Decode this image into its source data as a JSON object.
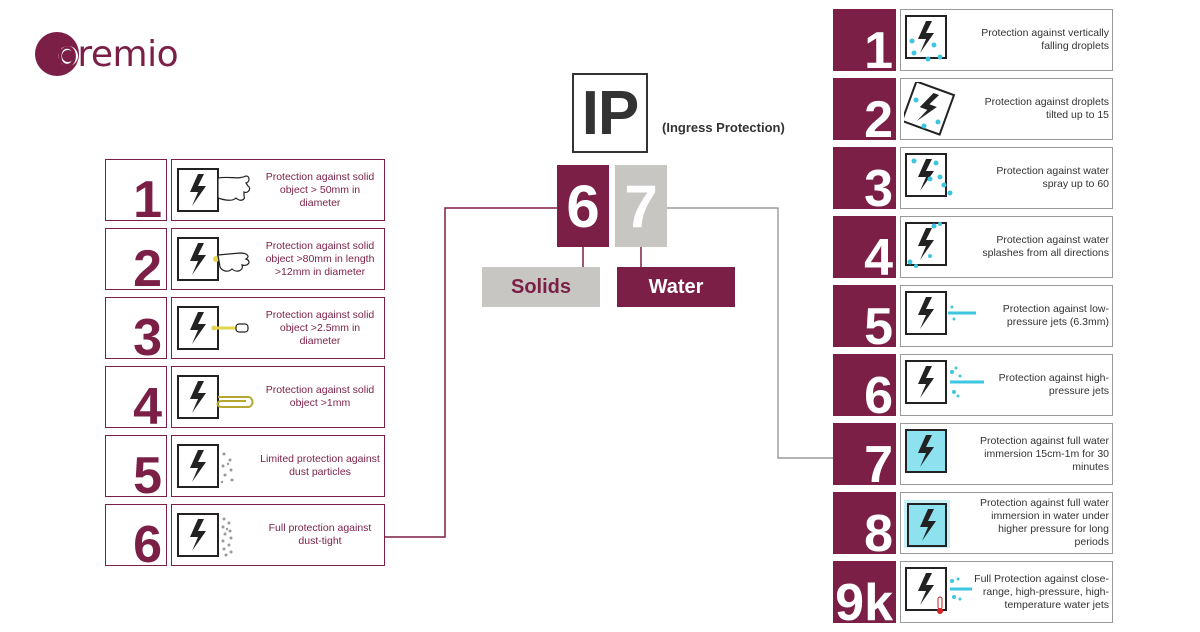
{
  "brand": {
    "name": "premio",
    "color": "#7b1f46"
  },
  "center": {
    "ip_label": "IP",
    "ip_subtitle": "(Ingress Protection)",
    "digit_solid": "6",
    "digit_water": "7",
    "solids_label": "Solids",
    "water_label": "Water"
  },
  "colors": {
    "accent": "#7b1f46",
    "gray": "#c8c6c3",
    "water_blue": "#3ec6e0"
  },
  "solids": [
    {
      "num": "1",
      "text": "Protection against solid object > 50mm in diameter",
      "icon": "hand-icon"
    },
    {
      "num": "2",
      "text": "Protection against solid object >80mm in length >12mm in diameter",
      "icon": "finger-icon"
    },
    {
      "num": "3",
      "text": "Protection against solid object >2.5mm in diameter",
      "icon": "screwdriver-icon"
    },
    {
      "num": "4",
      "text": "Protection against solid object >1mm",
      "icon": "paperclip-icon"
    },
    {
      "num": "5",
      "text": "Limited protection against dust particles",
      "icon": "dust-icon"
    },
    {
      "num": "6",
      "text": "Full protection against dust-tight",
      "icon": "dense-dust-icon"
    }
  ],
  "water": [
    {
      "num": "1",
      "text": "Protection against vertically falling droplets",
      "icon": "falling-droplets-icon"
    },
    {
      "num": "2",
      "text": "Protection against droplets tilted up to 15",
      "icon": "tilted-droplets-icon"
    },
    {
      "num": "3",
      "text": "Protection against water spray up to 60",
      "icon": "water-spray-icon"
    },
    {
      "num": "4",
      "text": "Protection against water splashes from all directions",
      "icon": "splash-icon"
    },
    {
      "num": "5",
      "text": "Protection against low-pressure jets (6.3mm)",
      "icon": "low-pressure-jet-icon"
    },
    {
      "num": "6",
      "text": "Protection against high-pressure jets",
      "icon": "high-pressure-jet-icon"
    },
    {
      "num": "7",
      "text": "Protection against full water immersion 15cm-1m for 30 minutes",
      "icon": "immersion-icon"
    },
    {
      "num": "8",
      "text": "Protection against full water immersion in water under higher pressure for long periods",
      "icon": "deep-immersion-icon"
    },
    {
      "num": "9k",
      "text": "Full Protection against close-range, high-pressure, high-temperature water jets",
      "icon": "hot-jet-icon"
    }
  ]
}
